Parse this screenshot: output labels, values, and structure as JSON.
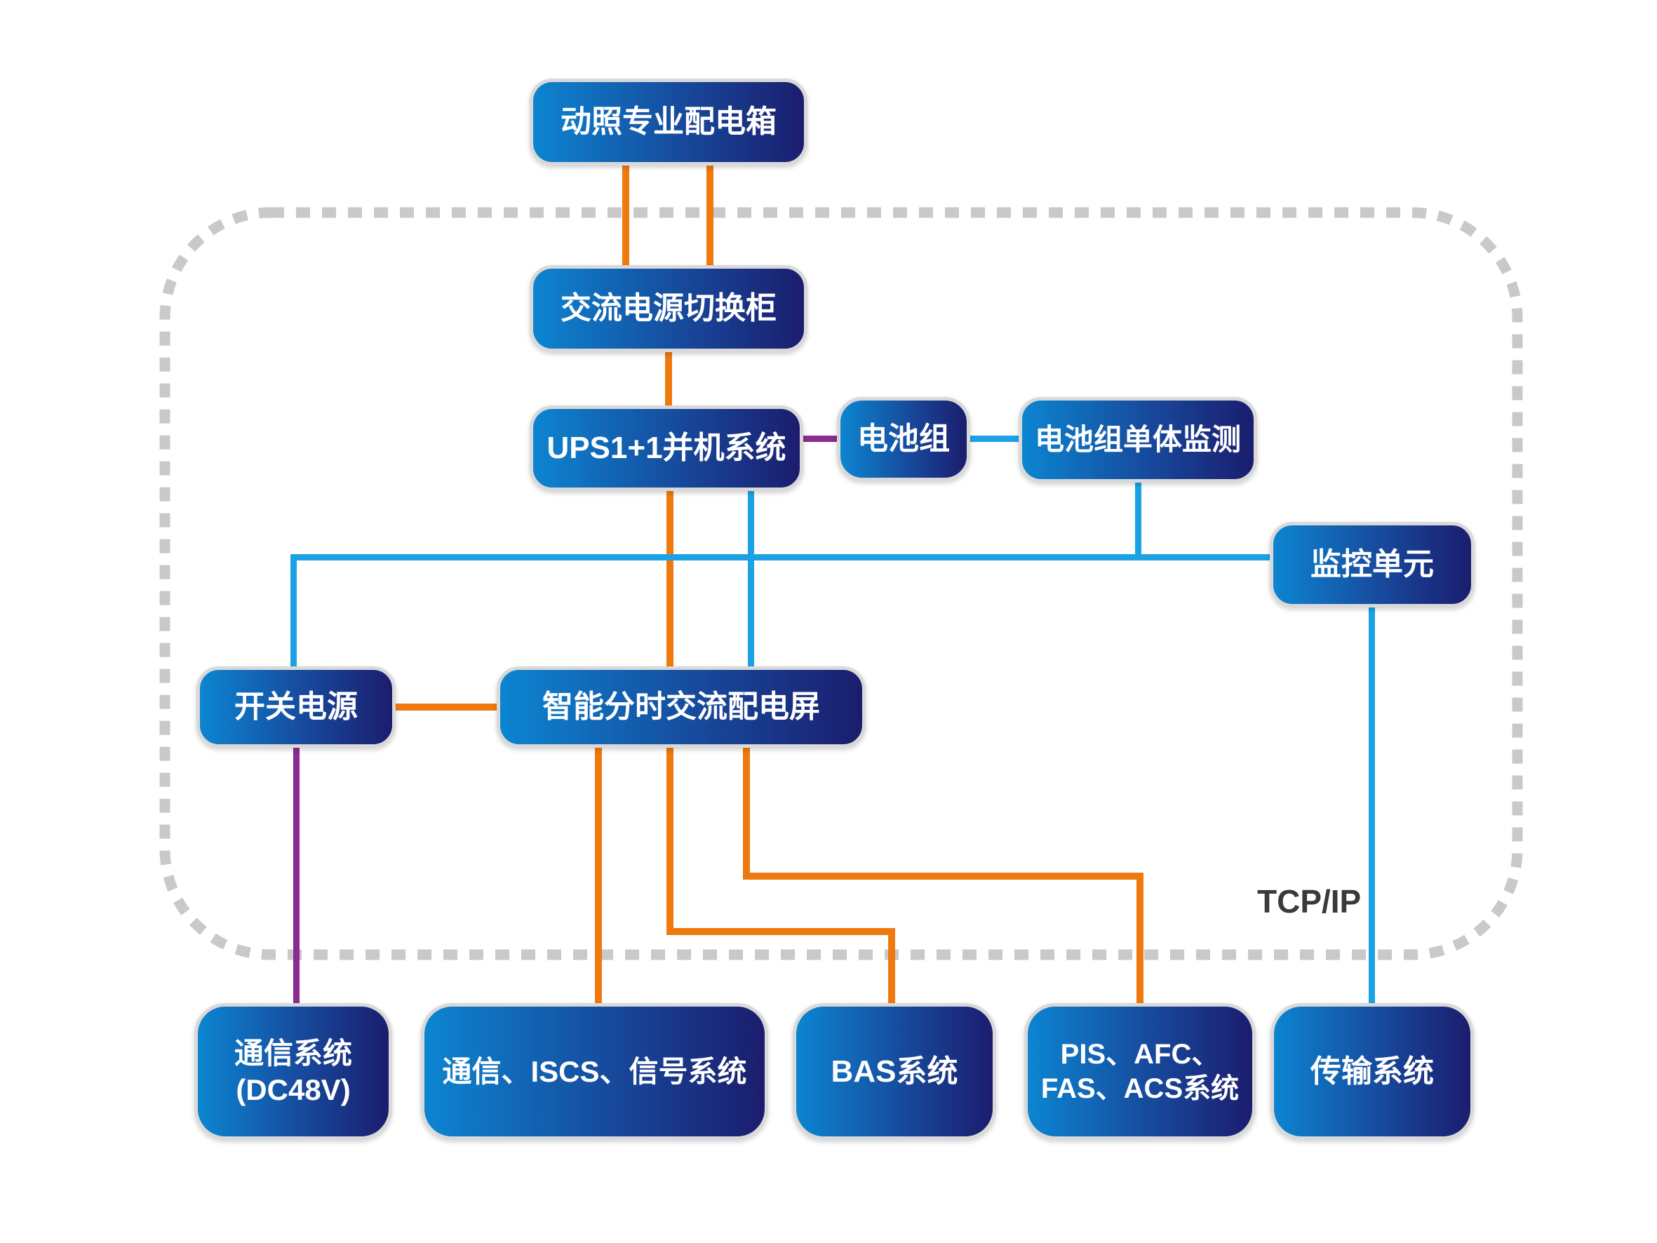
{
  "diagram_type": "system-architecture",
  "nodes": {
    "top_distribution": {
      "label": "动照专业配电箱"
    },
    "ac_switch": {
      "label": "交流电源切换柜"
    },
    "ups": {
      "label": "UPS1+1并机系统"
    },
    "battery": {
      "label": "电池组"
    },
    "battery_monitor": {
      "label": "电池组单体监测"
    },
    "monitor_unit": {
      "label": "监控单元"
    },
    "switch_power": {
      "label": "开关电源"
    },
    "dist_panel": {
      "label": "智能分时交流配电屏"
    },
    "comm_dc48": {
      "line1": "通信系统",
      "line2": "(DC48V)"
    },
    "comm_iscs": {
      "label": "通信、ISCS、信号系统"
    },
    "bas": {
      "label": "BAS系统"
    },
    "pis": {
      "line1": "PIS、AFC、",
      "line2": "FAS、ACS系统"
    },
    "transmission": {
      "label": "传输系统"
    }
  },
  "annotations": {
    "tcpip": "TCP/IP"
  },
  "edges": [
    {
      "from": "动照专业配电箱",
      "to": "交流电源切换柜",
      "color": "orange",
      "lines": 2
    },
    {
      "from": "交流电源切换柜",
      "to": "UPS1+1并机系统",
      "color": "orange"
    },
    {
      "from": "UPS1+1并机系统",
      "to": "电池组",
      "color": "purple"
    },
    {
      "from": "电池组",
      "to": "电池组单体监测",
      "color": "blue"
    },
    {
      "from": "UPS1+1并机系统",
      "to": "智能分时交流配电屏",
      "color": "orange"
    },
    {
      "from": "UPS1+1并机系统",
      "to": "智能分时交流配电屏",
      "color": "blue"
    },
    {
      "from": "电池组单体监测",
      "to": "监控单元",
      "color": "blue"
    },
    {
      "from": "监控单元",
      "to": "开关电源",
      "color": "blue"
    },
    {
      "from": "开关电源",
      "to": "智能分时交流配电屏",
      "color": "orange"
    },
    {
      "from": "开关电源",
      "to": "通信系统(DC48V)",
      "color": "purple"
    },
    {
      "from": "智能分时交流配电屏",
      "to": "通信、ISCS、信号系统",
      "color": "orange"
    },
    {
      "from": "智能分时交流配电屏",
      "to": "BAS系统",
      "color": "orange"
    },
    {
      "from": "智能分时交流配电屏",
      "to": "PIS、AFC、FAS、ACS系统",
      "color": "orange"
    },
    {
      "from": "监控单元",
      "to": "传输系统",
      "color": "blue",
      "label": "TCP/IP"
    }
  ],
  "colors": {
    "box_gradient_start": "#0c85d1",
    "box_gradient_mid": "#17499c",
    "box_gradient_end": "#1b1d6e",
    "box_border": "#d9d9d9",
    "box_text": "#ffffff",
    "orange_line": "#ee7a0e",
    "blue_line": "#1ba2e4",
    "purple_line": "#8a2c90",
    "dashed_border": "#c9c9c9",
    "tcpip_text": "#3a3a3a",
    "background": "#ffffff"
  }
}
